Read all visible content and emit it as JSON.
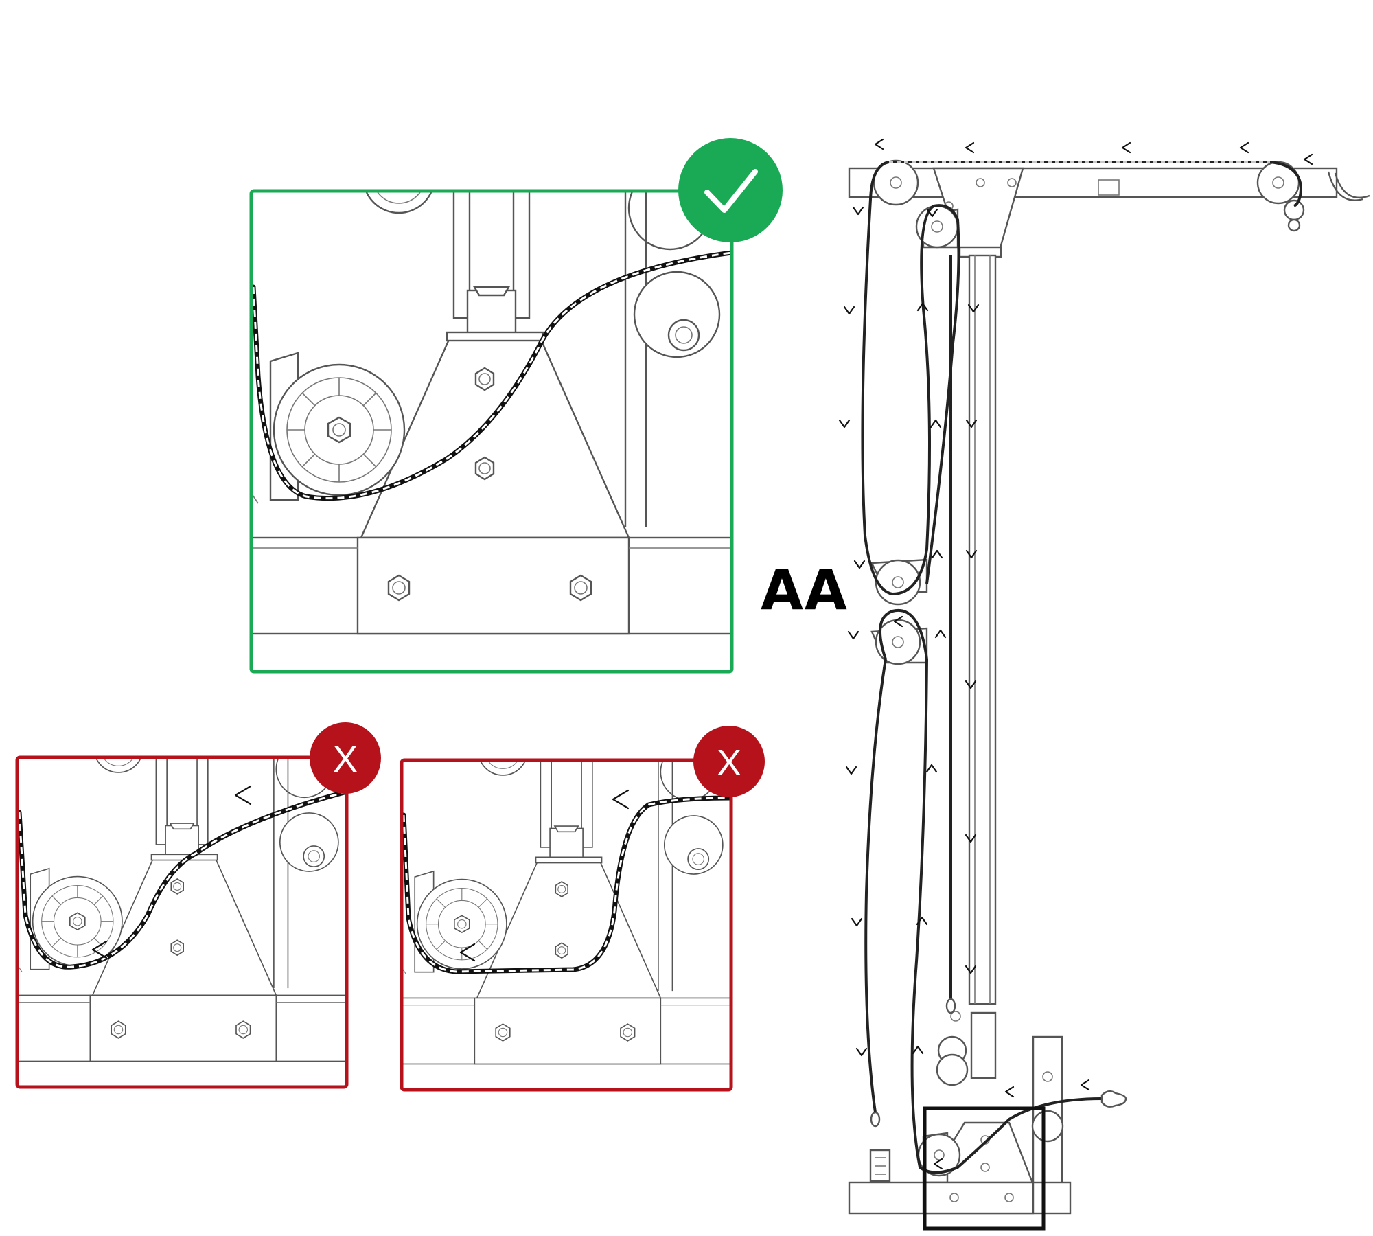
{
  "diagram": {
    "section_label": "AA",
    "panels": [
      {
        "id": "correct",
        "status": "correct",
        "badge_icon": "checkmark-icon",
        "color": "#1aaa55"
      },
      {
        "id": "wrong-1",
        "status": "incorrect",
        "badge_icon": "x-icon",
        "badge_text": "X",
        "color": "#b5121b"
      },
      {
        "id": "wrong-2",
        "status": "incorrect",
        "badge_icon": "x-icon",
        "badge_text": "X",
        "color": "#b5121b"
      }
    ],
    "detail_box_color": "#111111"
  }
}
